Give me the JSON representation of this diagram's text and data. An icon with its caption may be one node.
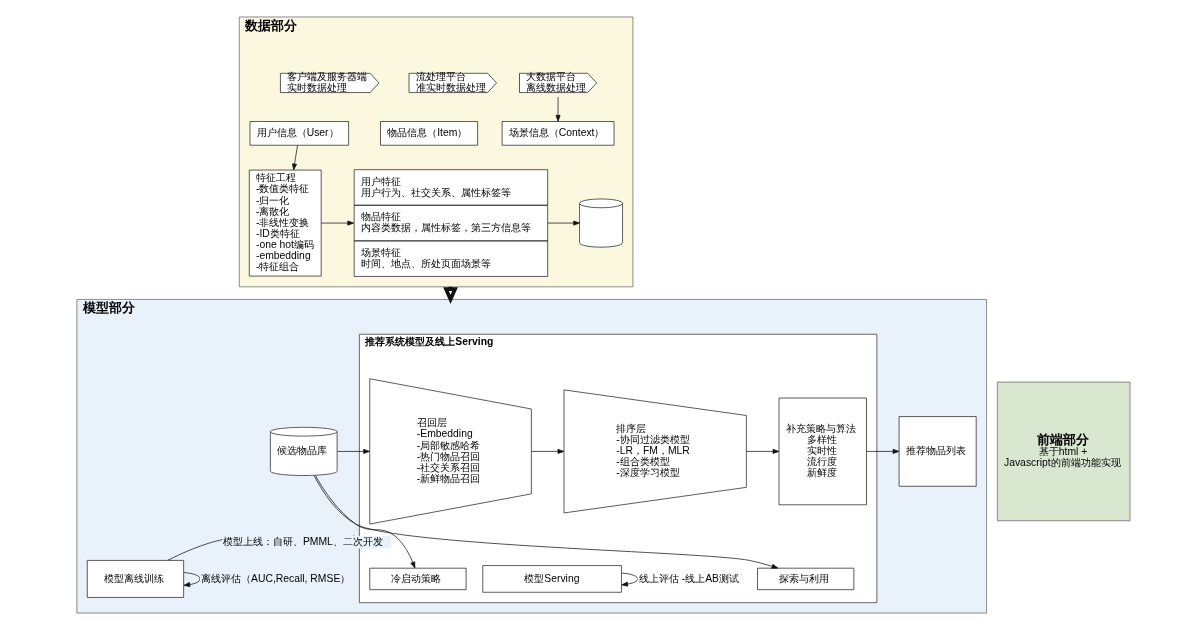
{
  "diagram": {
    "nodes": [
      {
        "text": [
          "数据部分"
        ]
      },
      {
        "text": [
          "客户端及服务器端",
          "实时数据处理"
        ],
        "in": 0
      },
      {
        "text": [
          "流处理平台",
          "准实时数据处理"
        ],
        "in": 0
      },
      {
        "text": [
          "大数据平台",
          "离线数据处理"
        ],
        "in": 0
      },
      {
        "text": [
          "用户信息（User）"
        ],
        "in": 0
      },
      {
        "text": [
          "物品信息（Item）"
        ],
        "in": 0
      },
      {
        "text": [
          "场景信息（Context）"
        ],
        "in": 0
      },
      {
        "text": [
          "特征工程",
          "-数值类特征",
          "-归一化",
          "-离散化",
          "-非线性变换",
          "-ID类特征",
          "-one hot编码",
          "-embedding",
          "-特征组合"
        ],
        "in": 0
      },
      {
        "text": [
          "用户特征",
          "用户行为、社交关系、属性标签等",
          "物品特征",
          "内容类数据，属性标签，第三方信息等",
          "场景特征",
          "时间、地点、所处页面场景等"
        ],
        "in": 0
      },
      {
        "text": [],
        "shape": "cylinder",
        "in": 0
      },
      {
        "text": [
          "模型部分"
        ]
      },
      {
        "text": [
          "推荐系统模型及线上Serving"
        ],
        "in": 10
      },
      {
        "text": [
          "候选物品库"
        ],
        "in": 10
      },
      {
        "text": [
          "冷启动策略"
        ],
        "in": 11
      },
      {
        "text": [
          "召回层",
          "-Embedding",
          "-局部敏感哈希",
          "-热门物品召回",
          "-社交关系召回",
          "-新鲜物品召回"
        ],
        "in": 11
      },
      {
        "text": [
          "排序层",
          "-协同过滤类模型",
          "-LR，FM，MLR",
          "-组合类模型",
          "-深度学习模型"
        ],
        "in": 11
      },
      {
        "text": [
          "探索与利用"
        ],
        "in": 11
      },
      {
        "text": [
          "补充策略与算法",
          "多样性",
          "实时性",
          "流行度",
          "新鲜度"
        ],
        "in": 11
      },
      {
        "text": [
          "模型Serving"
        ],
        "in": 11
      },
      {
        "text": [
          "推荐物品列表"
        ],
        "in": 10
      },
      {
        "text": [
          "模型离线训练"
        ],
        "in": 10
      },
      {
        "text": [
          "前端部分",
          "基于html + Javascript的前端功能实现"
        ]
      }
    ],
    "edges": [
      {
        "from": 3,
        "to": 6,
        "arrow": "to"
      },
      {
        "from": 4,
        "to": 7,
        "arrow": "to"
      },
      {
        "from": 7,
        "to": 8,
        "arrow": "to"
      },
      {
        "from": 8,
        "to": 9,
        "arrow": "to"
      },
      {
        "from": 0,
        "to": 10,
        "arrow": "to",
        "style": "thick"
      },
      {
        "from": 12,
        "to": 13,
        "arrow": "to"
      },
      {
        "from": 12,
        "to": 14,
        "arrow": "to"
      },
      {
        "from": 12,
        "to": 16,
        "arrow": "to"
      },
      {
        "from": 14,
        "to": 15,
        "arrow": "to"
      },
      {
        "from": 15,
        "to": 17,
        "arrow": "to"
      },
      {
        "from": 17,
        "to": 19,
        "arrow": "to"
      },
      {
        "from": 20,
        "to": 11,
        "arrow": "to",
        "label": "模型上线：自研、PMML、二次开发"
      },
      {
        "from": 18,
        "to": 18,
        "arrow": "to",
        "label": "线上评估 -线上AB测试"
      },
      {
        "from": 20,
        "to": 20,
        "arrow": "to",
        "label": "离线评估（AUC,Recall, RMSE）"
      }
    ]
  }
}
